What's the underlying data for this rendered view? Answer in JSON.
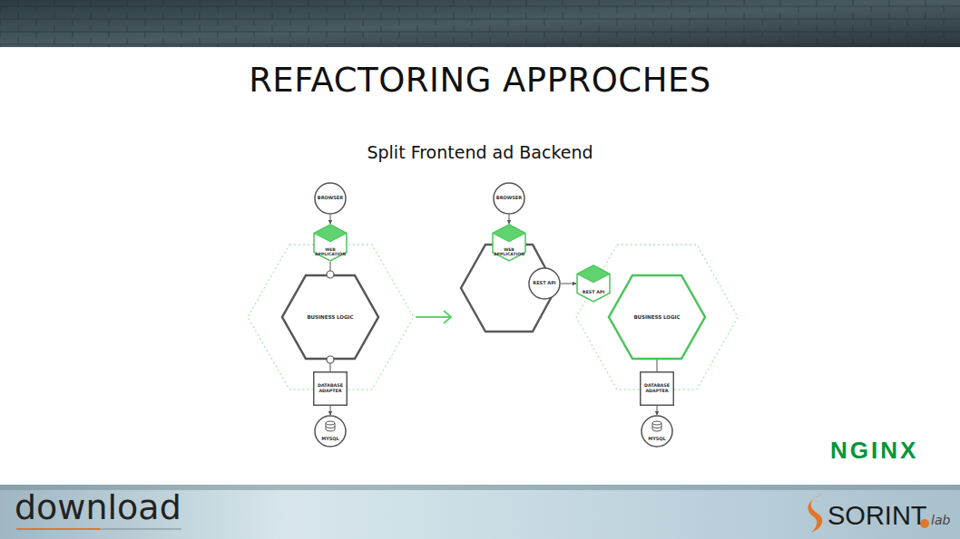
{
  "diagram": {
    "title": "REFACTORING APPROCHES",
    "nodes": [
      {
        "text": [
          "BROWSER"
        ]
      },
      {
        "text": [
          "WEB APPLICATION"
        ]
      },
      {
        "text": [
          "BUSINESS LOGIC"
        ]
      },
      {
        "text": [
          "DATABASE ADAPTER"
        ]
      },
      {
        "text": [
          "MYSQL"
        ]
      },
      {
        "text": [
          "BROWSER"
        ]
      },
      {
        "text": [
          "WEB APPLICATION"
        ]
      },
      {
        "text": [
          "REST API"
        ]
      },
      {
        "text": [
          "REST API"
        ]
      },
      {
        "text": [
          "BUSINESS LOGIC"
        ]
      },
      {
        "text": [
          "DATABASE ADAPTER"
        ]
      },
      {
        "text": [
          "MYSQL"
        ]
      }
    ],
    "edges": [
      {
        "from": 0,
        "to": 1,
        "arrow": "to"
      },
      {
        "from": 1,
        "to": 2,
        "arrow": "none"
      },
      {
        "from": 2,
        "to": 3,
        "arrow": "none"
      },
      {
        "from": 3,
        "to": 4,
        "arrow": "to"
      },
      {
        "from": 5,
        "to": 6,
        "arrow": "to"
      },
      {
        "from": 7,
        "to": 8,
        "arrow": "to"
      },
      {
        "from": 9,
        "to": 10,
        "arrow": "none"
      },
      {
        "from": 10,
        "to": 11,
        "arrow": "to"
      }
    ],
    "labels": [
      "Split Frontend ad Backend",
      "NGINX",
      "download",
      "SORINT",
      "lab"
    ]
  }
}
